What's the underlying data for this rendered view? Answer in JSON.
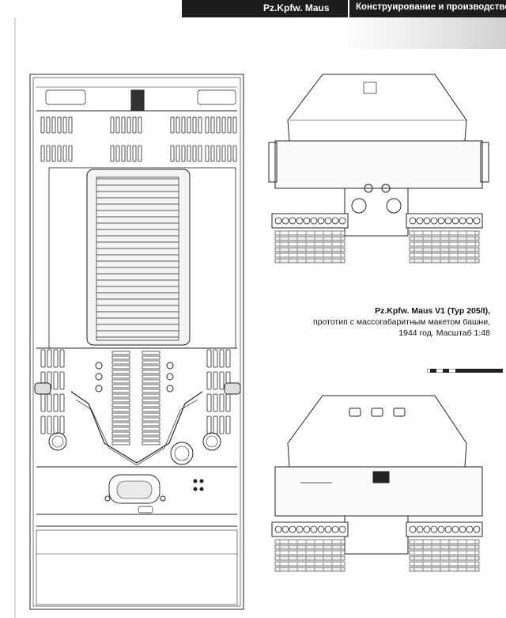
{
  "header": {
    "left_label": "Pz.Kpfw. Maus",
    "right_label": "Конструирование и производство"
  },
  "caption": {
    "line1": "Pz.Kpfw. Maus V1 (Typ 205/I),",
    "line2": "прототип с массогабаритным макетом башни,",
    "line3": "1944 год.  Масштаб 1:48"
  },
  "colors": {
    "header_bar": "#1d1d1d",
    "line": "#222222",
    "page": "#ffffff"
  }
}
